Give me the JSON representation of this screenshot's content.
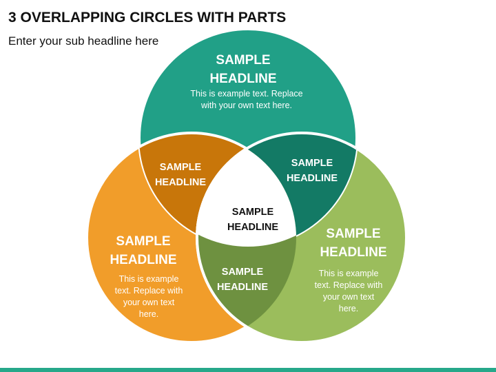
{
  "title": "3 OVERLAPPING CIRCLES WITH PARTS",
  "subtitle": "Enter your sub headline here",
  "colors": {
    "top": "#21a087",
    "left": "#f19d2a",
    "right": "#9bbd5c",
    "top_left": "#c8760a",
    "top_right": "#137a65",
    "bottom": "#6e9140",
    "center": "#ffffff",
    "bar": "#26a88a"
  },
  "circles": {
    "top": {
      "heading_1": "SAMPLE",
      "heading_2": "HEADLINE",
      "text_1": "This is example text. Replace",
      "text_2": "with your own text here."
    },
    "left": {
      "heading_1": "SAMPLE",
      "heading_2": "HEADLINE",
      "text_1": "This is example",
      "text_2": "text. Replace with",
      "text_3": "your own text",
      "text_4": "here."
    },
    "right": {
      "heading_1": "SAMPLE",
      "heading_2": "HEADLINE",
      "text_1": "This is example",
      "text_2": "text. Replace with",
      "text_3": "your own text",
      "text_4": "here."
    }
  },
  "overlaps": {
    "top_left": {
      "heading_1": "SAMPLE",
      "heading_2": "HEADLINE"
    },
    "top_right": {
      "heading_1": "SAMPLE",
      "heading_2": "HEADLINE"
    },
    "bottom": {
      "heading_1": "SAMPLE",
      "heading_2": "HEADLINE"
    },
    "center": {
      "heading_1": "SAMPLE",
      "heading_2": "HEADLINE"
    }
  }
}
